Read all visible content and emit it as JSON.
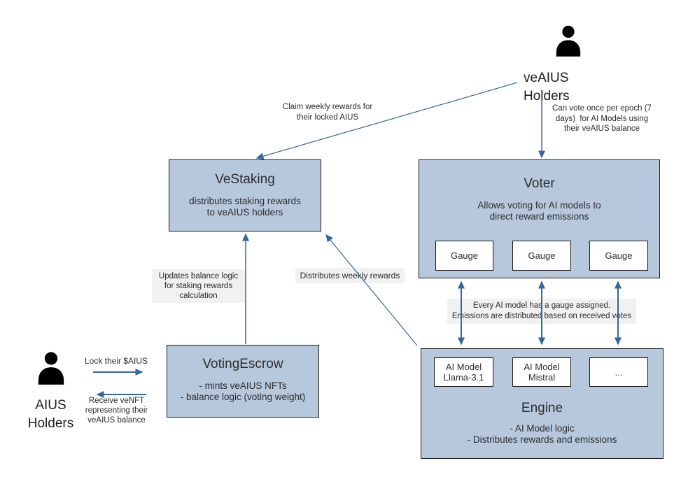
{
  "colors": {
    "node_fill": "#b7c7dc",
    "node_border": "#1a1a1a",
    "arrow": "#36659f",
    "label_bg": "#f1f1f1",
    "text": "#2e2e2e",
    "actor": "#000000"
  },
  "actors": {
    "veaius": {
      "label": "veAIUS\nHolders"
    },
    "aius": {
      "label": "AIUS\nHolders"
    }
  },
  "nodes": {
    "vestaking": {
      "title": "VeStaking",
      "body": "distributes staking rewards\nto veAIUS holders"
    },
    "voter": {
      "title": "Voter",
      "body": "Allows voting for AI models to\ndirect reward emissions",
      "gauges": [
        "Gauge",
        "Gauge",
        "Gauge"
      ]
    },
    "votingescrow": {
      "title": "VotingEscrow",
      "body": "- mints veAIUS NFTs\n- balance logic (voting weight)"
    },
    "engine": {
      "title": "Engine",
      "body": "- AI Model logic\n- Distributes rewards and emissions",
      "models": [
        "AI Model\nLlama-3.1",
        "AI Model\nMistral",
        "..."
      ]
    }
  },
  "edge_labels": {
    "claim": "Claim weekly rewards for\ntheir locked AIUS",
    "can_vote": "Can vote once per epoch (7\ndays)  for AI Models using\ntheir veAIUS balance",
    "updates": "Updates balance logic\nfor staking rewards\ncalculation",
    "distributes": "Distributes weekly rewards",
    "gauge_note": "Every AI model has a gauge assigned.\nEmissions are distributed based on received votes",
    "lock": "Lock their $AIUS",
    "receive": "Receive veNFT\nrepresenting their\nveAIUS balance"
  }
}
